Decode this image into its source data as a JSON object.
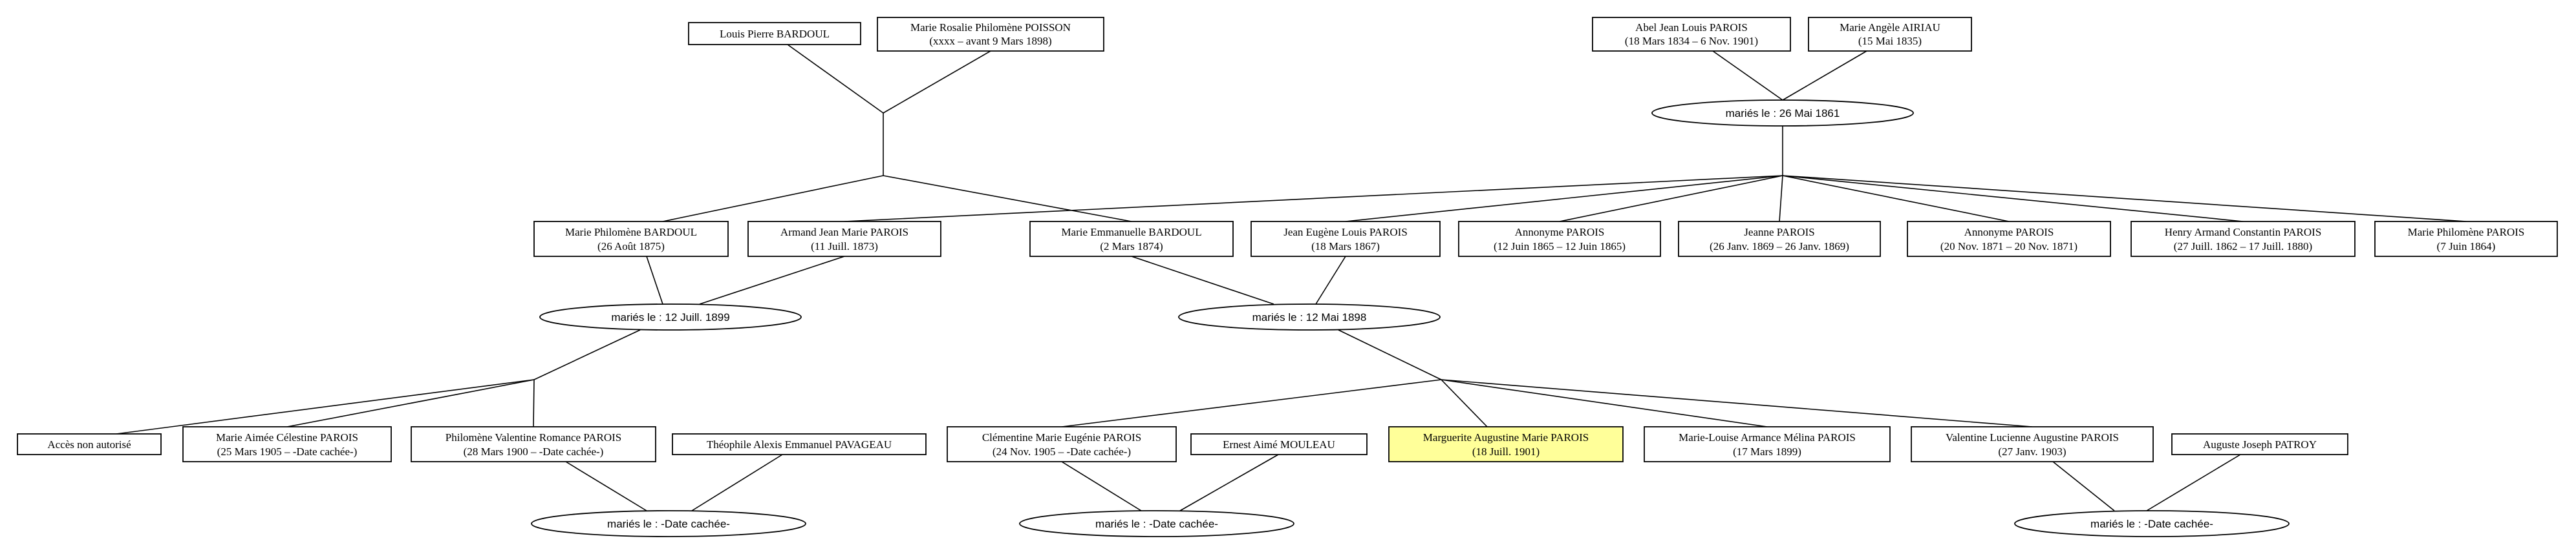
{
  "persons": {
    "louis_pierre": {
      "name": "Louis Pierre BARDOUL",
      "dates": ""
    },
    "marie_rosalie": {
      "name": "Marie Rosalie Philomène POISSON",
      "dates": "(xxxx – avant 9 Mars 1898)"
    },
    "abel": {
      "name": "Abel Jean Louis PAROIS",
      "dates": "(18 Mars 1834 – 6 Nov. 1901)"
    },
    "marie_angele": {
      "name": "Marie Angèle AIRIAU",
      "dates": "(15 Mai 1835)"
    },
    "marie_philomene_bardoul": {
      "name": "Marie Philomène BARDOUL",
      "dates": "(26 Août 1875)"
    },
    "armand": {
      "name": "Armand Jean Marie PAROIS",
      "dates": "(11 Juill. 1873)"
    },
    "marie_emmanuelle": {
      "name": "Marie Emmanuelle BARDOUL",
      "dates": "(2 Mars 1874)"
    },
    "jean_eugene": {
      "name": "Jean Eugène Louis PAROIS",
      "dates": "(18 Mars 1867)"
    },
    "annonyme1": {
      "name": "Annonyme PAROIS",
      "dates": "(12 Juin 1865 – 12 Juin 1865)"
    },
    "jeanne": {
      "name": "Jeanne PAROIS",
      "dates": "(26 Janv. 1869 – 26 Janv. 1869)"
    },
    "annonyme2": {
      "name": "Annonyme PAROIS",
      "dates": "(20 Nov. 1871 – 20 Nov. 1871)"
    },
    "henry": {
      "name": "Henry Armand Constantin PAROIS",
      "dates": "(27 Juill. 1862 – 17 Juill. 1880)"
    },
    "marie_philomene_parois": {
      "name": "Marie Philomène PAROIS",
      "dates": "(7 Juin 1864)"
    },
    "acces": {
      "name": "Accès non autorisé",
      "dates": ""
    },
    "marie_aimee": {
      "name": "Marie Aimée Célestine PAROIS",
      "dates": "(25 Mars 1905 – -Date cachée-)"
    },
    "philomene_valentine": {
      "name": "Philomène Valentine Romance PAROIS",
      "dates": "(28 Mars 1900 – -Date cachée-)"
    },
    "theophile": {
      "name": "Théophile Alexis Emmanuel PAVAGEAU",
      "dates": ""
    },
    "clementine": {
      "name": "Clémentine Marie Eugénie PAROIS",
      "dates": "(24 Nov. 1905 – -Date cachée-)"
    },
    "ernest": {
      "name": "Ernest Aimé MOULEAU",
      "dates": ""
    },
    "marguerite": {
      "name": "Marguerite Augustine Marie PAROIS",
      "dates": "(18 Juill. 1901)"
    },
    "marie_louise": {
      "name": "Marie-Louise Armance Mélina PAROIS",
      "dates": "(17 Mars 1899)"
    },
    "valentine": {
      "name": "Valentine Lucienne Augustine PAROIS",
      "dates": "(27 Janv. 1903)"
    },
    "auguste": {
      "name": "Auguste Joseph PATROY",
      "dates": ""
    }
  },
  "unions": {
    "u_bardoul": {
      "label": ""
    },
    "u_parois_airiau": {
      "label": "mariés le : 26 Mai 1861"
    },
    "u_armand": {
      "label": "mariés le : 12 Juill. 1899"
    },
    "u_jean_eugene": {
      "label": "mariés le : 12 Mai 1898"
    },
    "u_philomene": {
      "label": "mariés le : -Date cachée-"
    },
    "u_clementine": {
      "label": "mariés le : -Date cachée-"
    },
    "u_valentine": {
      "label": "mariés le : -Date cachée-"
    }
  },
  "highlight_color": "#ffff99"
}
